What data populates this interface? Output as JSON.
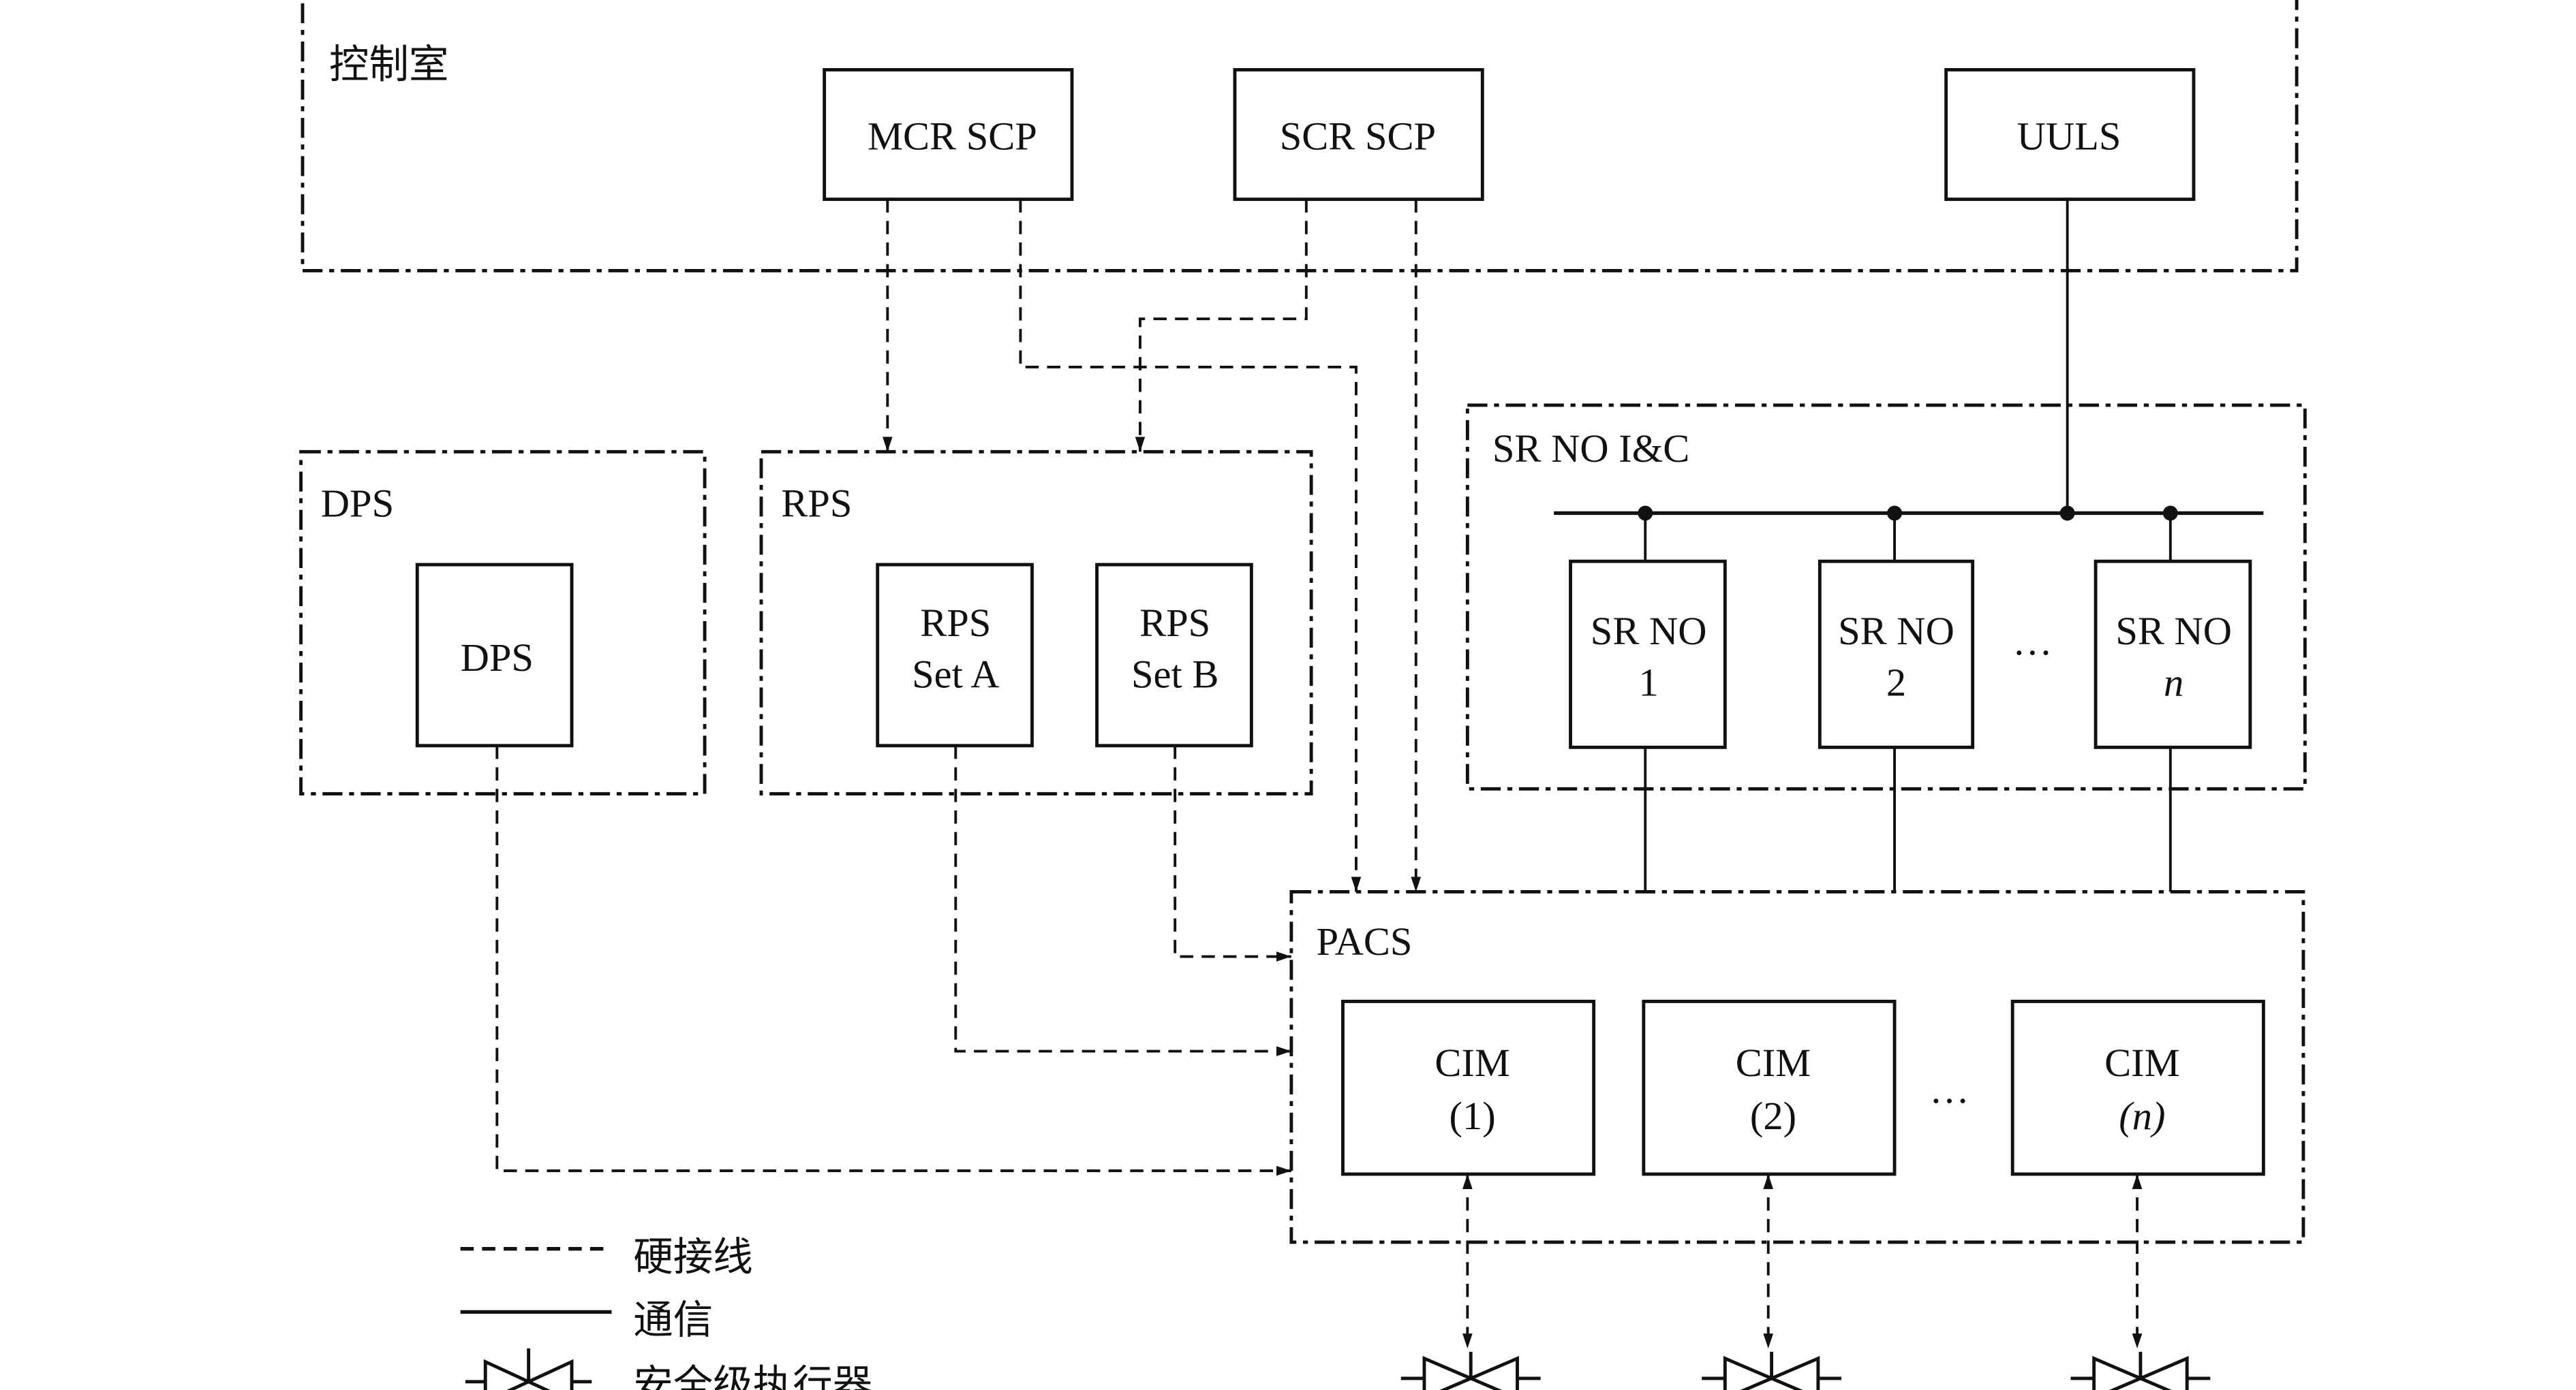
{
  "diagram": {
    "groups": {
      "control_room": "控制室",
      "dps": "DPS",
      "rps": "RPS",
      "sr_no_ic": "SR NO I&C",
      "pacs": "PACS"
    },
    "control_room_boxes": {
      "mcr_scp": "MCR SCP",
      "scr_scp": "SCR SCP",
      "uuls": "UULS"
    },
    "dps_box": "DPS",
    "rps_boxes": [
      {
        "line1": "RPS",
        "line2": "Set A"
      },
      {
        "line1": "RPS",
        "line2": "Set B"
      }
    ],
    "sr_no_boxes": [
      {
        "line1": "SR NO",
        "line2": "1"
      },
      {
        "line1": "SR NO",
        "line2": "2"
      },
      {
        "line1": "SR NO",
        "line2": "n"
      }
    ],
    "cim_boxes": [
      {
        "line1": "CIM",
        "line2": "(1)"
      },
      {
        "line1": "CIM",
        "line2": "(2)"
      },
      {
        "line1": "CIM",
        "line2": "(n)"
      }
    ],
    "ellipsis": "…",
    "legend": {
      "hardwired": "硬接线",
      "communication": "通信",
      "safety_actuator": "安全级执行器"
    }
  }
}
